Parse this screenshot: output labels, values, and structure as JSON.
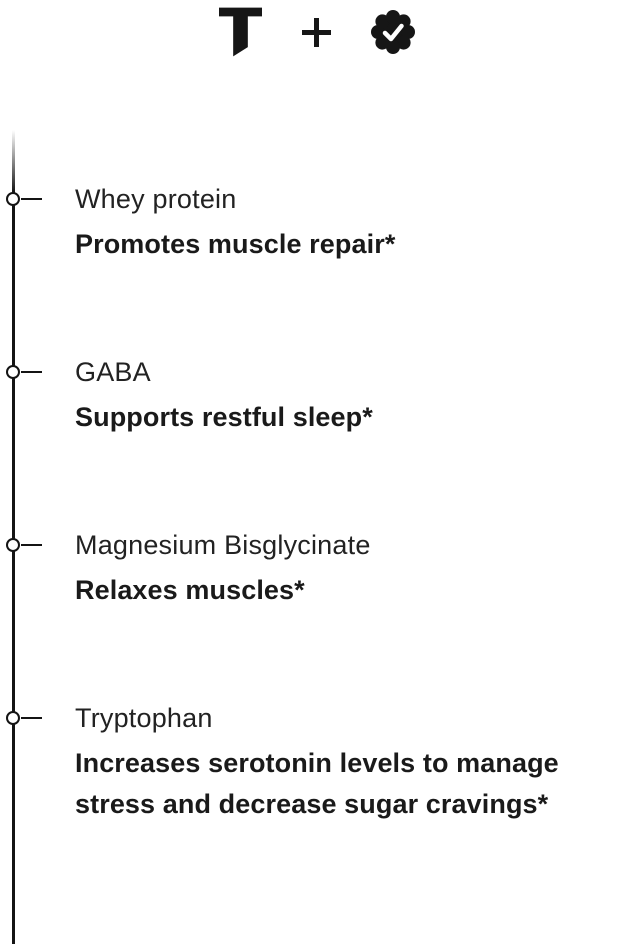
{
  "header": {
    "brand_logo_letter": "T",
    "separator_symbol": "+",
    "badge_icon": "verified-check-badge"
  },
  "colors": {
    "background": "#ffffff",
    "text_primary": "#1a1a1a",
    "text_title": "#222222",
    "timeline_line": "#141414",
    "badge_fill": "#161616",
    "badge_check": "#ffffff"
  },
  "timeline": {
    "items": [
      {
        "title": "Whey protein",
        "benefit": "Promotes muscle repair*"
      },
      {
        "title": "GABA",
        "benefit": "Supports restful sleep*"
      },
      {
        "title": "Magnesium Bisglycinate",
        "benefit": "Relaxes muscles*"
      },
      {
        "title": "Tryptophan",
        "benefit": "Increases serotonin levels to manage stress and decrease sugar cravings*"
      }
    ]
  }
}
